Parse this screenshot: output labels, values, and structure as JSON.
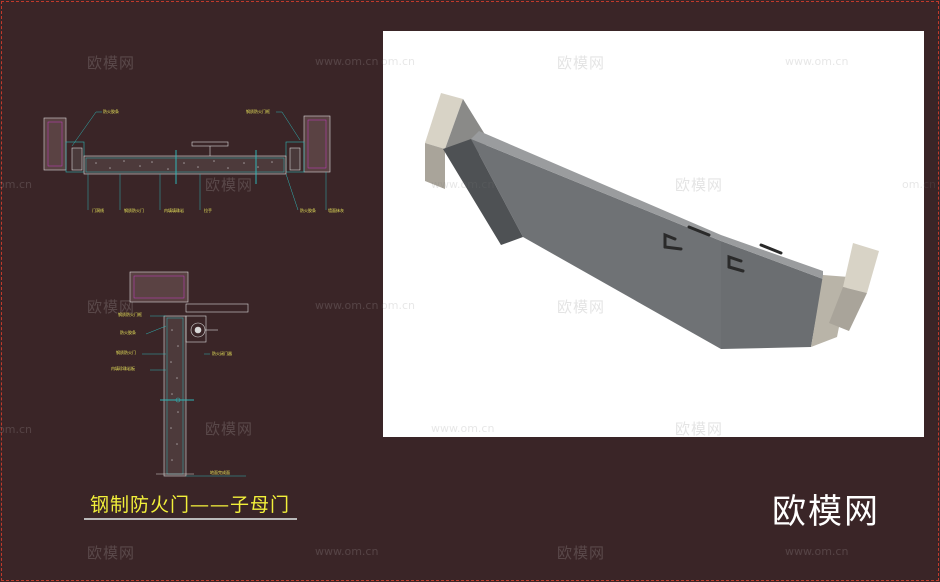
{
  "cad_drawing": {
    "plan_labels": {
      "fire_strip_top_left": "防火胶条",
      "steel_frame_top_right": "钢质防火门框",
      "door_frame_bottom": "门洞线",
      "steel_door_bottom": "钢质防火门",
      "filler_bottom": "内填填珠岩",
      "handle_bottom": "拉手",
      "fire_strip_bottom_right": "防火胶条",
      "wall_bottom_right": "墙面抹灰"
    },
    "section_labels": {
      "steel_frame": "钢质防火门框",
      "fire_strip": "防火胶条",
      "steel_door": "钢质防火门",
      "filler_board": "内填珍珠岩板",
      "closer": "防火闭门器",
      "floor_line": "地面完成面"
    },
    "title": "钢制防火门——子母门"
  },
  "watermarks": {
    "logo_text": "欧模网",
    "url_text": "www.om.cn",
    "url_text_alt": "om.cn",
    "url_text_right": "www.om.cn"
  },
  "brand_text": "欧模网",
  "colors": {
    "background": "#3a2527",
    "cad_yellow": "#e8e45a",
    "cad_cyan": "#2fb4b4",
    "cad_magenta": "#c83cc8",
    "render_background": "#ffffff",
    "door_grey": "#6f7275",
    "wall_tan": "#c9c4b8"
  }
}
